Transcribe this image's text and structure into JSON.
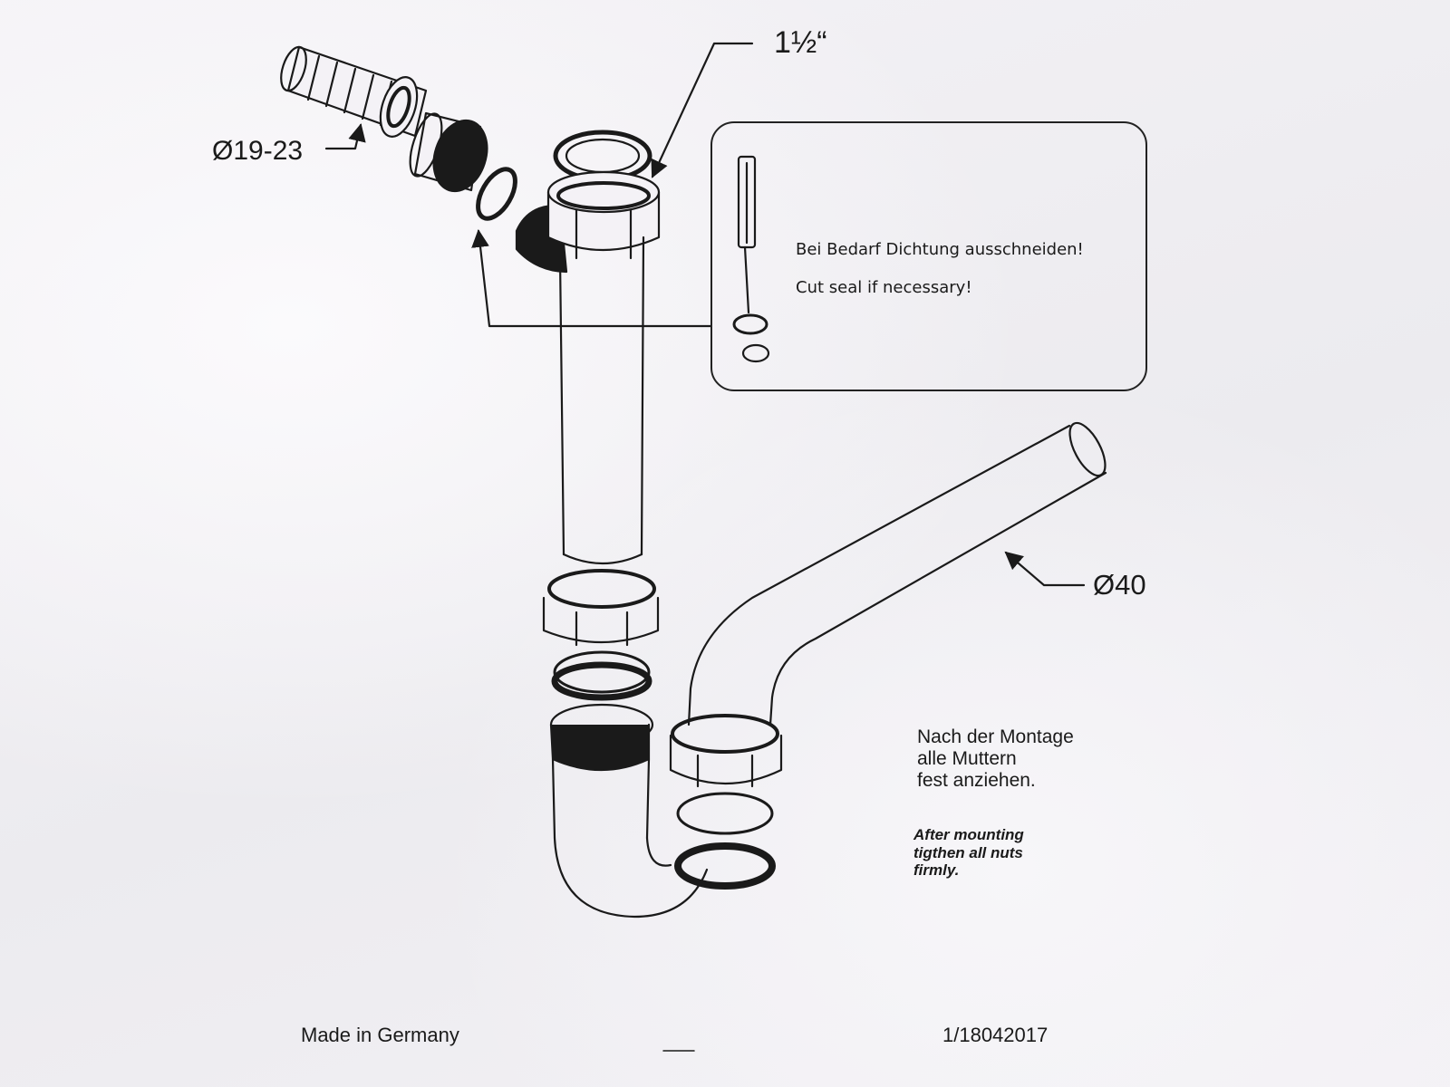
{
  "labels": {
    "diameter_hose": "Ø19-23",
    "thread_size": "1½“",
    "diameter_pipe": "Ø40"
  },
  "note_box": {
    "line_de": "Bei Bedarf Dichtung ausschneiden!",
    "line_en": "Cut seal if necessary!"
  },
  "instructions": {
    "de": [
      "Nach der Montage",
      "alle Muttern",
      "fest anziehen."
    ],
    "en": [
      "After mounting",
      "tigthen all nuts",
      "firmly."
    ]
  },
  "footer": {
    "origin": "Made in Germany",
    "code": "1/18042017"
  },
  "colors": {
    "ink": "#1a1a1a",
    "paper": "#f1eff3"
  }
}
